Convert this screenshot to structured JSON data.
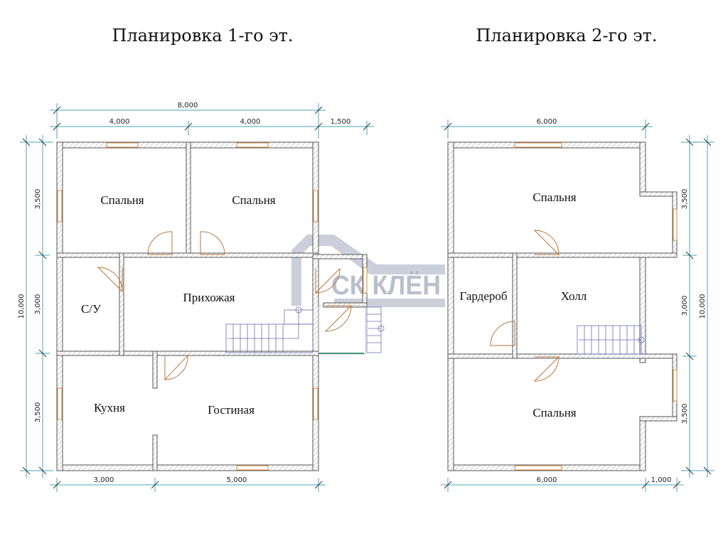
{
  "titles": {
    "floor1": "Планировка 1-го эт.",
    "floor2": "Планировка 2-го эт."
  },
  "watermark": "СК КЛЁН",
  "floor1": {
    "rooms": {
      "bedroom_left": "Спальня",
      "bedroom_right": "Спальня",
      "bathroom": "С/У",
      "hallway": "Прихожая",
      "kitchen": "Кухня",
      "living": "Гостиная"
    },
    "dims": {
      "total_top": "8,000",
      "top_left": "4,000",
      "top_right": "4,000",
      "porch": "1,500",
      "left_total": "10,000",
      "left_top": "3,500",
      "left_mid": "3,000",
      "left_bottom": "3,500",
      "bottom_left": "3,000",
      "bottom_right": "5,000"
    }
  },
  "floor2": {
    "rooms": {
      "bedroom_top": "Спальня",
      "wardrobe": "Гардероб",
      "hall": "Холл",
      "bedroom_bottom": "Спальня"
    },
    "dims": {
      "top": "6,000",
      "bottom": "6,000",
      "bottom_bay": "1,000",
      "right_top": "3,500",
      "right_mid": "3,000",
      "right_bottom": "3,500",
      "right_total": "10,000"
    }
  },
  "colors": {
    "dimension": "#4aa3b8",
    "window": "#d98a3c",
    "door": "#b8743a",
    "stairs": "#6b6bb8"
  }
}
